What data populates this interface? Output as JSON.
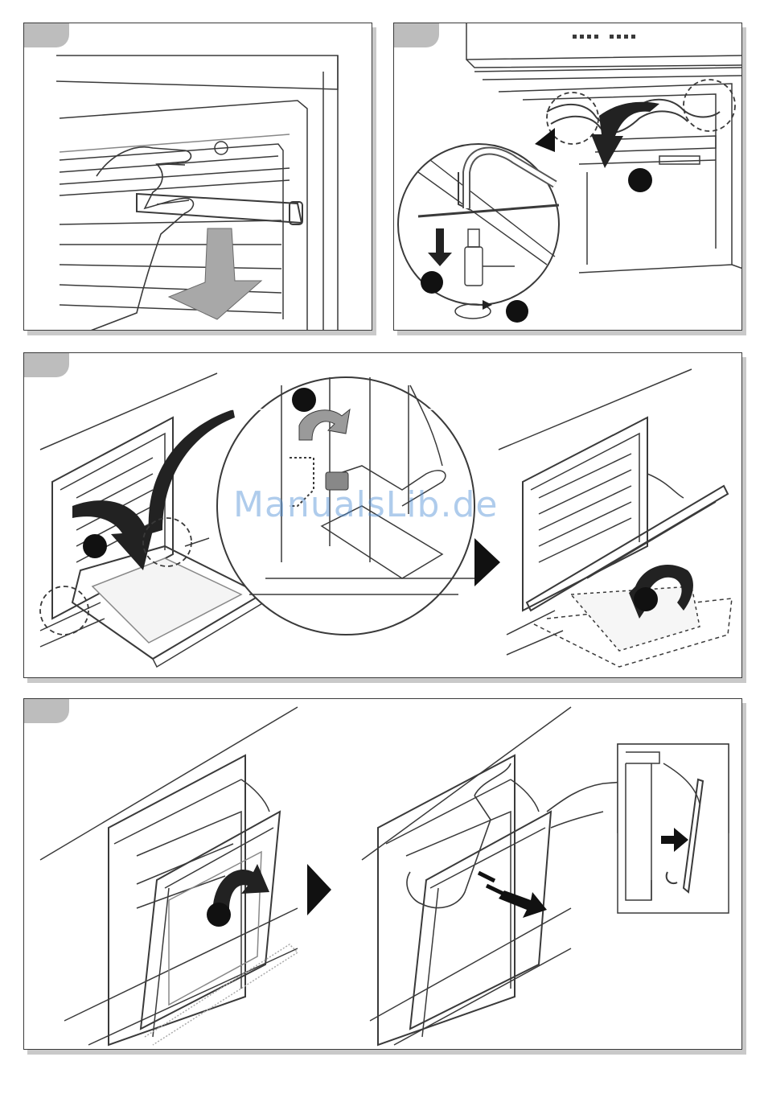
{
  "document": {
    "watermark": "ManualsLib.de",
    "panels": [
      {
        "name": "panel-1-remove-shelf"
      },
      {
        "name": "panel-2-lower-heating-element"
      },
      {
        "name": "panel-3-open-door-clips"
      },
      {
        "name": "panel-4-remove-door"
      }
    ],
    "icons": {
      "step_badge": "black-circle",
      "next_step": "black-triangle",
      "motion": "curved-arrow"
    },
    "colors": {
      "line": "#3a3a3a",
      "arrow_fill": "#222222",
      "arrow_gray": "#9a9a9a",
      "tab": "#bdbdbd",
      "shadow": "#c9c9c9",
      "watermark": "#4f8fd6"
    }
  }
}
